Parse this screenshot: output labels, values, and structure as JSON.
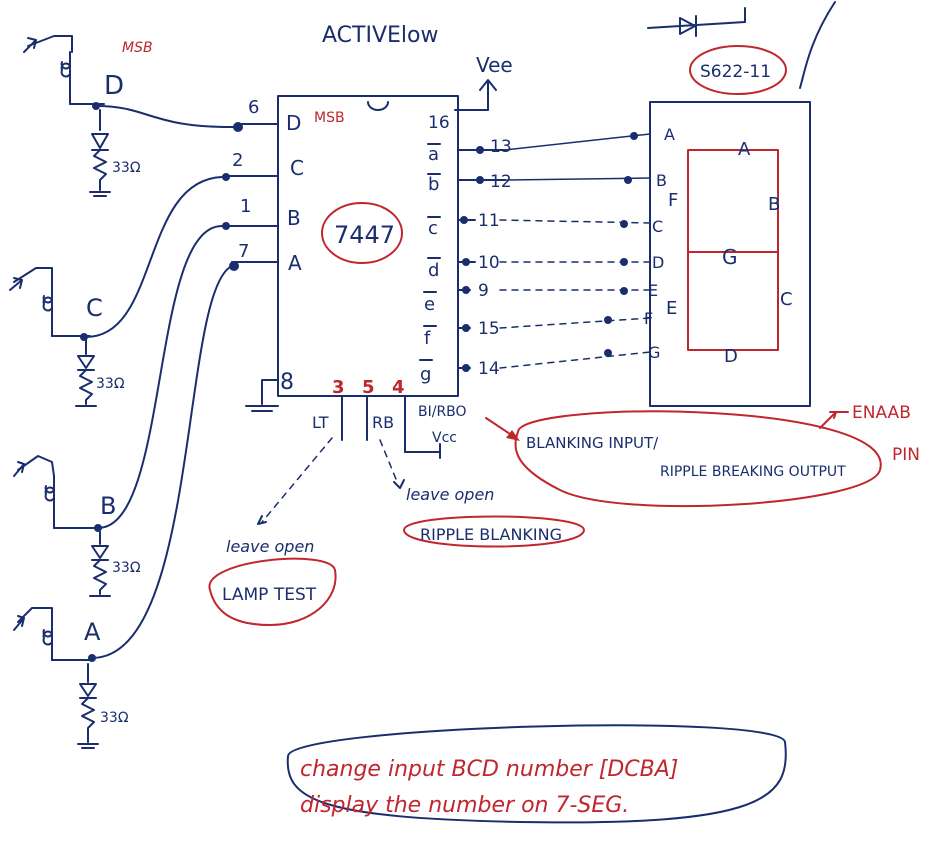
{
  "header": {
    "active_low": "ACTIVElow",
    "vee_top": "Vee",
    "part_number": "S622-11"
  },
  "chip": {
    "name": "7447",
    "msb_tag": "MSB",
    "left_pins": [
      {
        "num": "6",
        "label": "D"
      },
      {
        "num": "2",
        "label": "C"
      },
      {
        "num": "1",
        "label": "B"
      },
      {
        "num": "7",
        "label": "A"
      }
    ],
    "top_pin": "16",
    "right_pins": [
      {
        "label": "a",
        "num": "13"
      },
      {
        "label": "b",
        "num": "12"
      },
      {
        "label": "c",
        "num": "11"
      },
      {
        "label": "d",
        "num": "10"
      },
      {
        "label": "e",
        "num": "9"
      },
      {
        "label": "f",
        "num": "15"
      },
      {
        "label": "g",
        "num": "14"
      }
    ],
    "ground_pin": "8",
    "bottom_pins": [
      "3",
      "5",
      "4"
    ],
    "lt_label": "LT",
    "rb_label": "RB",
    "bi_label": "BI/RBO",
    "vcc_label": "Vcc"
  },
  "switches": [
    {
      "label": "D",
      "resistor": "33Ω",
      "tag": "MSB"
    },
    {
      "label": "C",
      "resistor": "33Ω"
    },
    {
      "label": "B",
      "resistor": "33Ω"
    },
    {
      "label": "A",
      "resistor": "33Ω"
    }
  ],
  "display": {
    "inputs": [
      "A",
      "B",
      "C",
      "D",
      "E",
      "F",
      "G"
    ],
    "segments": {
      "a": "A",
      "b": "B",
      "c": "C",
      "d": "D",
      "e": "E",
      "f": "F",
      "g": "G"
    }
  },
  "notes": {
    "blanking": "BLANKING INPUT/ RIPPLE BREAKING OUTPUT",
    "blanking_line1": "BLANKING INPUT/",
    "blanking_line2": "RIPPLE BREAKING OUTPUT",
    "enable_line1": "ENAAB",
    "enable_line2": "PIN",
    "leave_open_lt": "leave open",
    "lamp_test": "LAMP TEST",
    "leave_open_rb": "leave open",
    "ripple_blanking": "RIPPLE BLANKING",
    "bottom_line1": "change input BCD number [DCBA]",
    "bottom_line2": "display the number on 7-SEG."
  },
  "colors": {
    "ink": "#1a2e6e",
    "red": "#c0262d"
  }
}
